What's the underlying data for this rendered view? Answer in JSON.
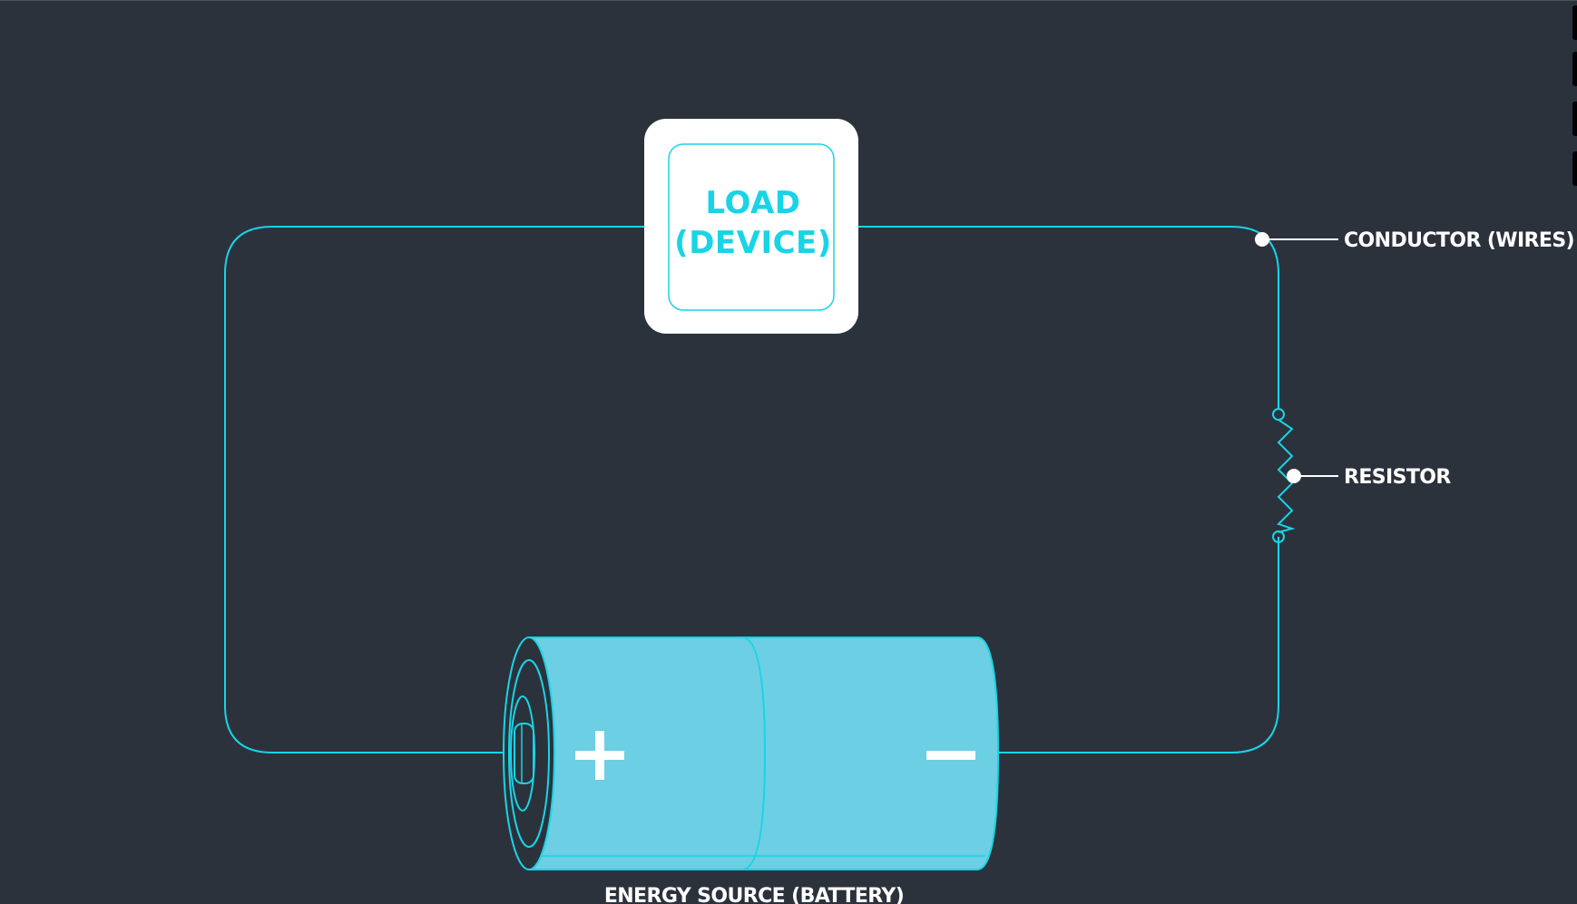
{
  "diagram": {
    "load": {
      "line1": "LOAD",
      "line2": "(DEVICE)"
    },
    "labels": {
      "conductor": "CONDUCTOR (WIRES)",
      "resistor": "RESISTOR",
      "energy_source": "ENERGY SOURCE (BATTERY)"
    },
    "battery": {
      "positive_symbol": "+",
      "negative_symbol": "−"
    }
  },
  "colors": {
    "background": "#2c323c",
    "wire": "#18d4e6",
    "battery_body": "#6ccfe3",
    "label": "#ffffff",
    "load_text": "#18d4e6"
  },
  "icons": {
    "load": "device-box-icon",
    "resistor": "zigzag-resistor-icon",
    "battery": "cylinder-battery-icon"
  }
}
